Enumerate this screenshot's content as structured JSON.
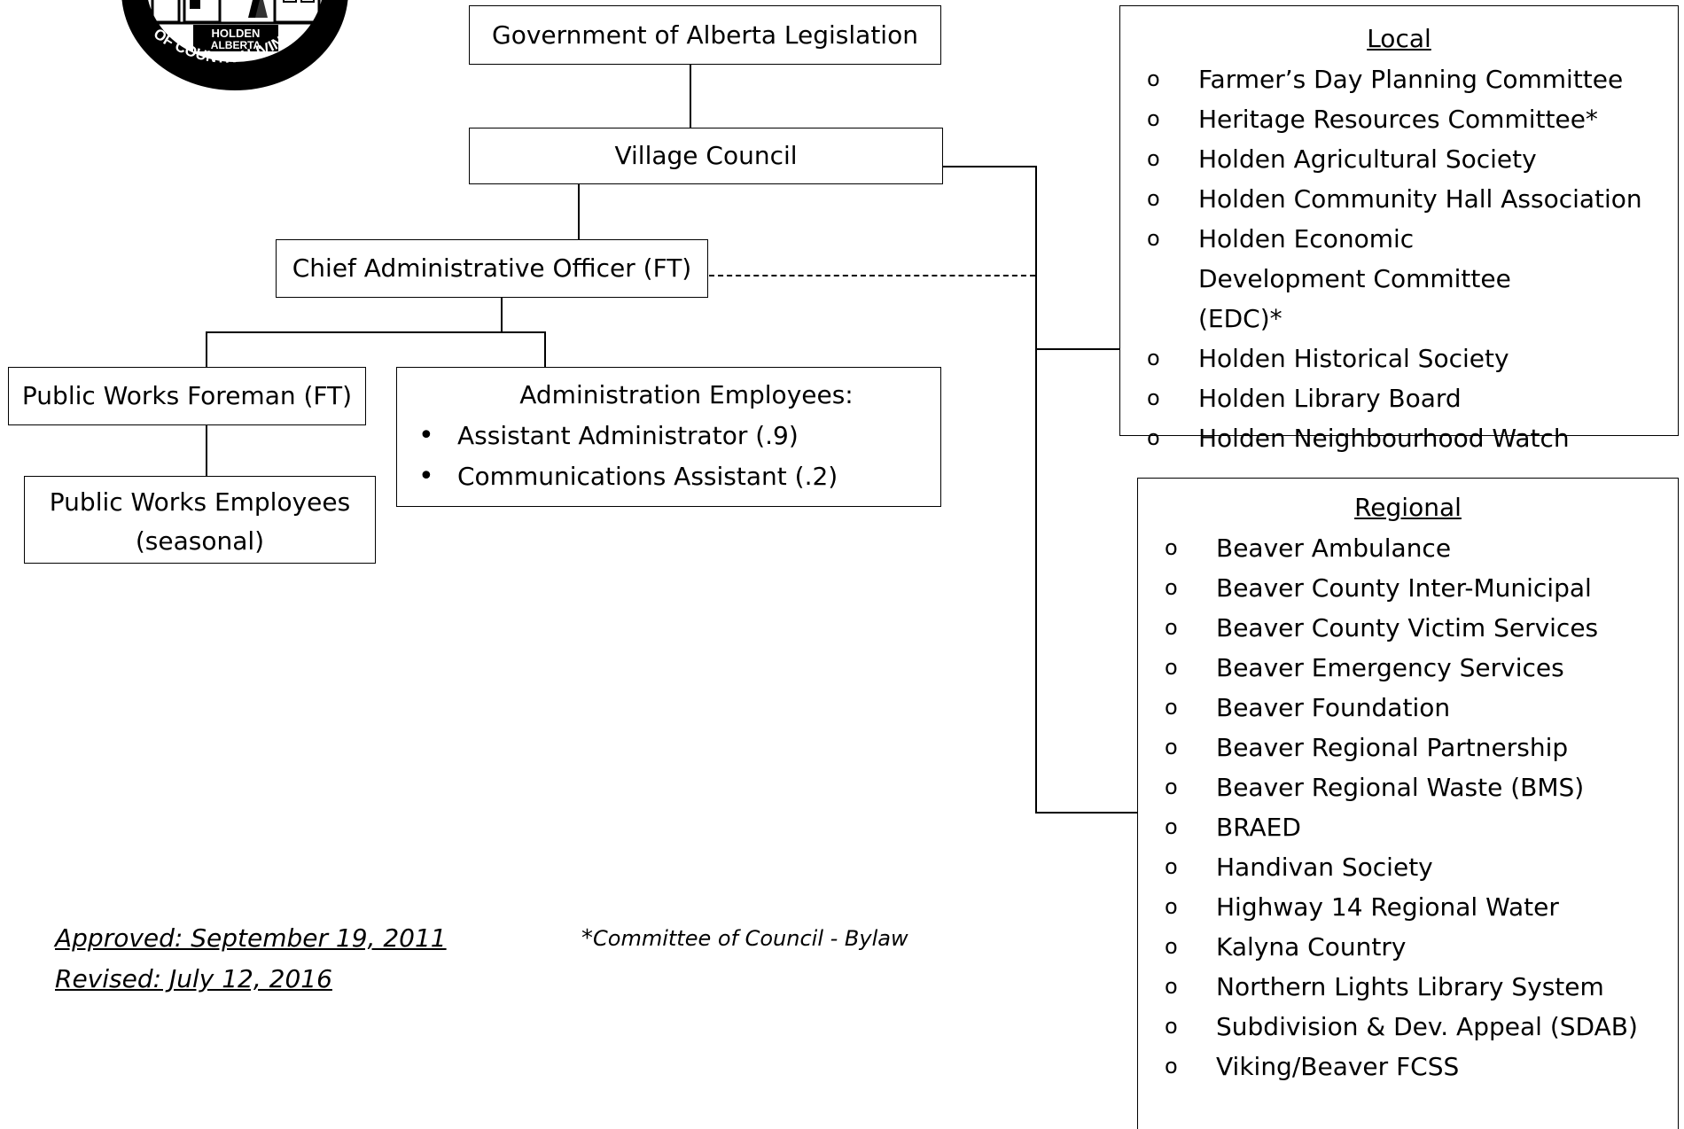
{
  "logo": {
    "line1": "HOLDEN",
    "line2": "ALBERTA",
    "arc_text": "OF COUNTRY LIVING"
  },
  "boxes": {
    "gov": "Government of Alberta Legislation",
    "council": "Village Council",
    "cao": "Chief Administrative Officer (FT)",
    "pw_foreman": "Public Works Foreman (FT)",
    "pw_employees": [
      "Public Works Employees",
      "(seasonal)"
    ],
    "admin": {
      "title": "Administration Employees:",
      "items": [
        "Assistant Administrator (.9)",
        "Communications Assistant (.2)"
      ]
    }
  },
  "local": {
    "title": "Local",
    "items": [
      "Farmer’s Day Planning Committee",
      "Heritage Resources Committee*",
      "Holden Agricultural Society",
      "Holden Community Hall Association",
      "Holden Economic Development Committee (EDC)*",
      "Holden Historical Society",
      "Holden Library Board",
      "Holden Neighbourhood Watch"
    ]
  },
  "regional": {
    "title": "Regional",
    "items": [
      "Beaver Ambulance",
      "Beaver County Inter-Municipal",
      "Beaver County Victim Services",
      "Beaver Emergency Services",
      "Beaver Foundation",
      "Beaver Regional Partnership",
      "Beaver Regional Waste (BMS)",
      "BRAED",
      "Handivan Society",
      "Highway 14 Regional Water",
      "Kalyna Country",
      "Northern Lights Library System",
      "Subdivision & Dev. Appeal (SDAB)",
      "Viking/Beaver FCSS"
    ]
  },
  "notes": {
    "approved": "Approved: September 19, 2011",
    "revised": "Revised: July 12, 2016",
    "footnote_star": "*",
    "footnote_text": "Committee of Council - Bylaw"
  }
}
